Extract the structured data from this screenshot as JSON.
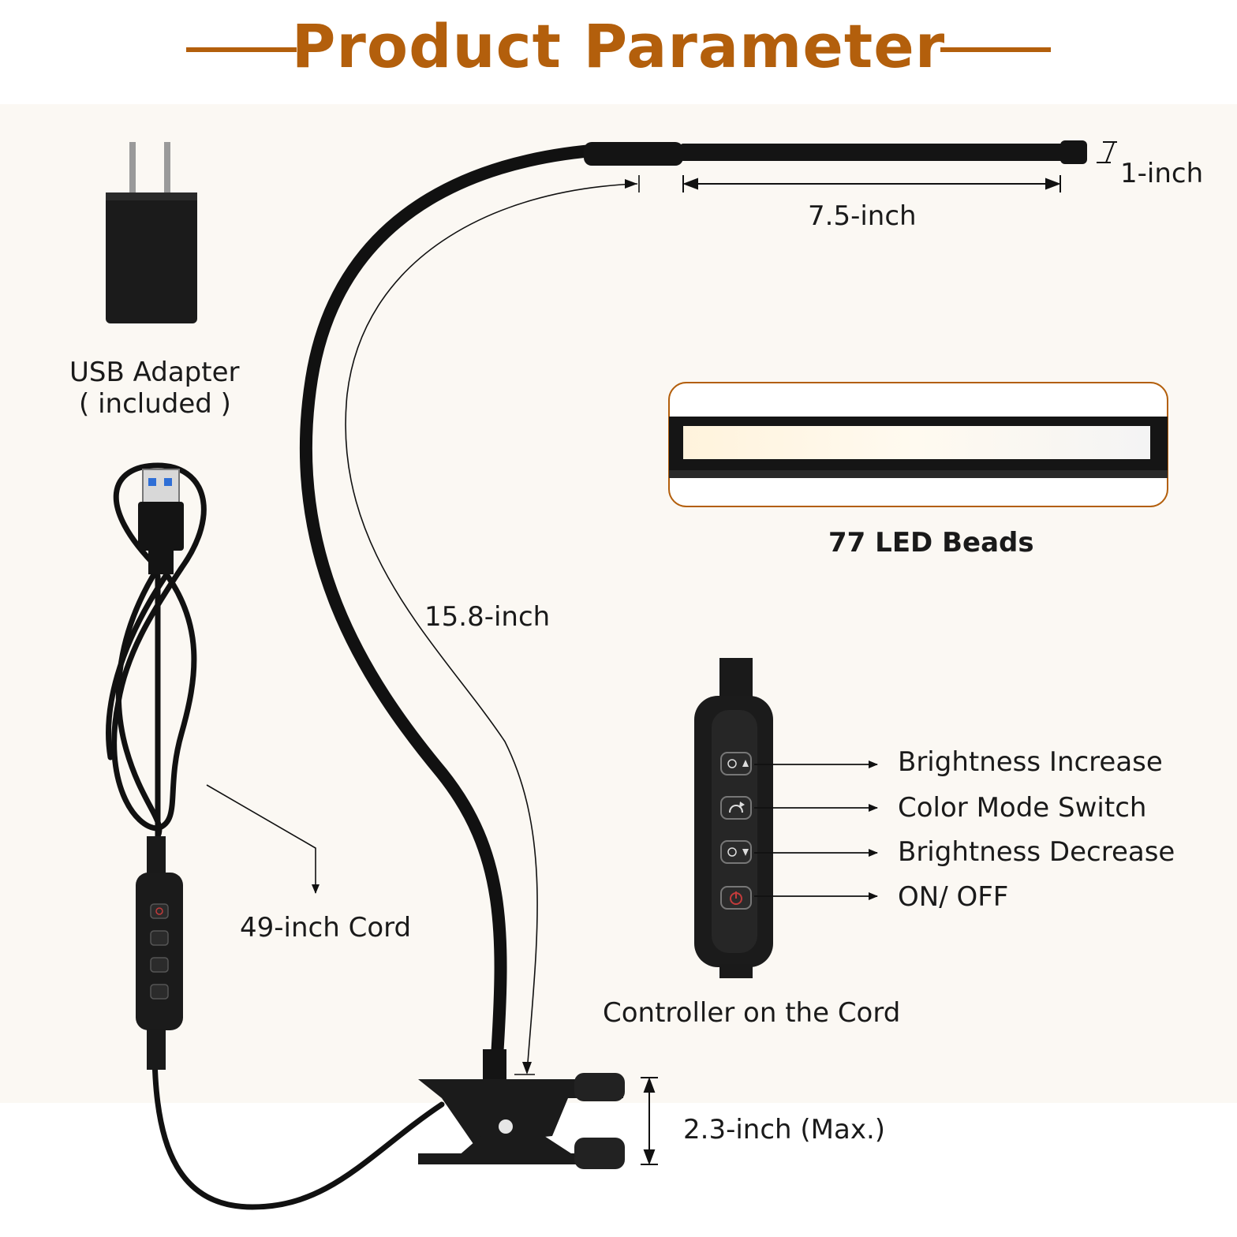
{
  "header": {
    "title": "Product Parameter"
  },
  "colors": {
    "accent": "#b35f0c",
    "background_panel": "#fbf8f3",
    "lamp_black": "#111111"
  },
  "dimensions": {
    "head_height": "1-inch",
    "head_length": "7.5-inch",
    "gooseneck_length": "15.8-inch",
    "clamp_opening": "2.3-inch (Max.)",
    "cord_length": "49-inch Cord"
  },
  "accessories": {
    "adapter_line1": "USB Adapter",
    "adapter_line2": "( included )"
  },
  "led": {
    "label": "77 LED Beads"
  },
  "controller": {
    "title": "Controller on the Cord",
    "buttons": [
      {
        "label": "Brightness Increase",
        "icon": "sun-up-icon"
      },
      {
        "label": "Color Mode Switch",
        "icon": "color-cycle-icon"
      },
      {
        "label": "Brightness Decrease",
        "icon": "sun-down-icon"
      },
      {
        "label": "ON/ OFF",
        "icon": "power-icon"
      }
    ]
  }
}
